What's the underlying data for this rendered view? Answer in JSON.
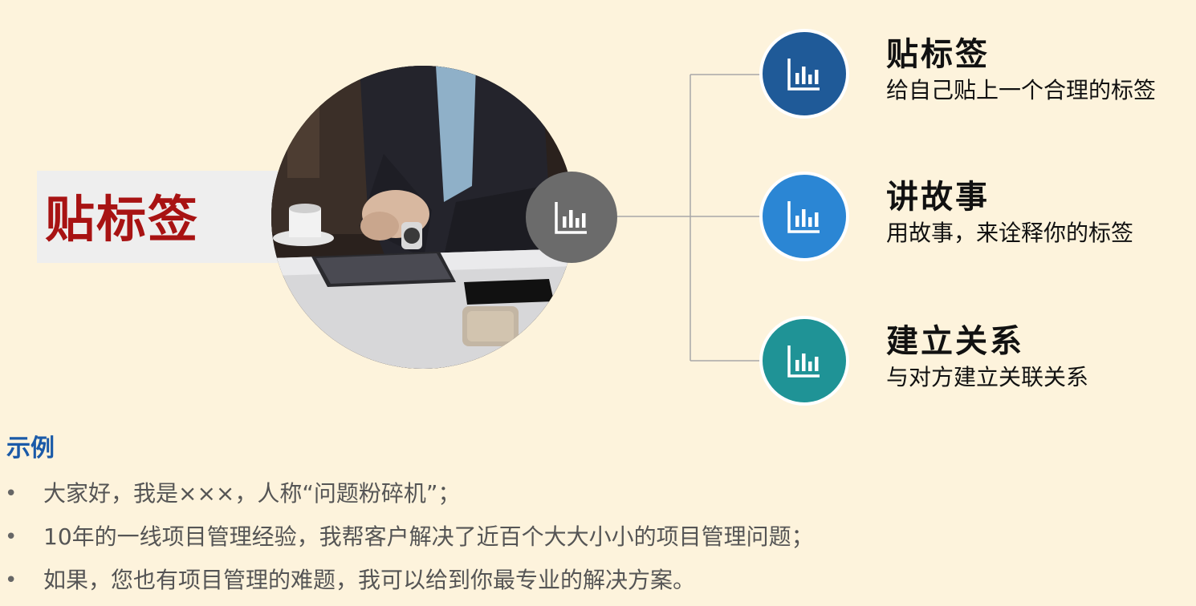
{
  "main_label": "贴标签",
  "nodes": [
    {
      "title": "贴标签",
      "desc": "给自己贴上一个合理的标签",
      "color": "#1f5a98",
      "icon": "bar-chart-icon"
    },
    {
      "title": "讲故事",
      "desc": "用故事，来诠释你的标签",
      "color": "#2b86d4",
      "icon": "bar-chart-icon"
    },
    {
      "title": "建立关系",
      "desc": "与对方建立关联关系",
      "color": "#1f9396",
      "icon": "bar-chart-icon"
    }
  ],
  "hub_color": "#6b6b6b",
  "example": {
    "title": "示例",
    "bullet_glyph": "•",
    "items": [
      "大家好，我是×××，人称“问题粉碎机”；",
      "10年的一线项目管理经验，我帮客户解决了近百个大大小小的项目管理问题；",
      "如果，您也有项目管理的难题，我可以给到你最专业的解决方案。"
    ]
  }
}
